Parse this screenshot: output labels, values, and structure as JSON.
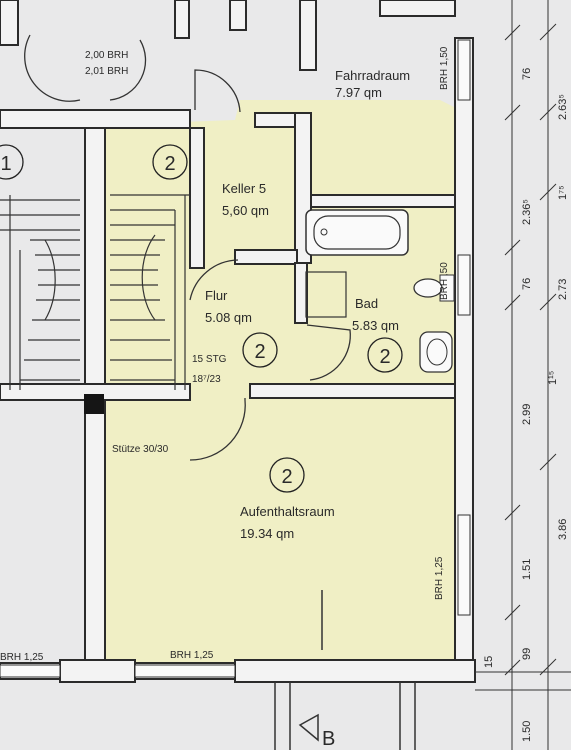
{
  "rooms": {
    "fahrradraum": {
      "name": "Fahrradraum",
      "area": "7.97 qm"
    },
    "keller": {
      "name": "Keller 5",
      "area": "5,60 qm"
    },
    "flur": {
      "name": "Flur",
      "area": "5.08 qm"
    },
    "bad": {
      "name": "Bad",
      "area": "5.83 qm"
    },
    "aufenthaltsraum": {
      "name": "Aufenthaltsraum",
      "area": "19.34 qm"
    }
  },
  "circle_marks": {
    "left_house": "1",
    "level": "2"
  },
  "annotations": {
    "stairs": "15 STG",
    "stairs_ratio": "18⁷/23",
    "stuetze": "Stütze 30/30",
    "brh_bottom_left": "BRH 1,25",
    "brh_bottom_mid": "BRH 1,25",
    "brh_right": "BRH 1,25",
    "brh_top": "BRH 1,50",
    "brh_bad": "BRH ,50",
    "top_note_1": "2,00 BRH",
    "top_note_2": "2,01 BRH",
    "section_mark": "B"
  },
  "dimensions": {
    "d76a": "76",
    "d263": "2.63⁵",
    "d175": "1⁷⁵",
    "d236": "2.36⁵",
    "d76b": "76",
    "d273": "2.73",
    "d115": "1¹⁵",
    "d299": "2.99",
    "d386": "3.86",
    "d151": "1.51",
    "d99": "99",
    "d15": "15",
    "d150": "1.50"
  }
}
